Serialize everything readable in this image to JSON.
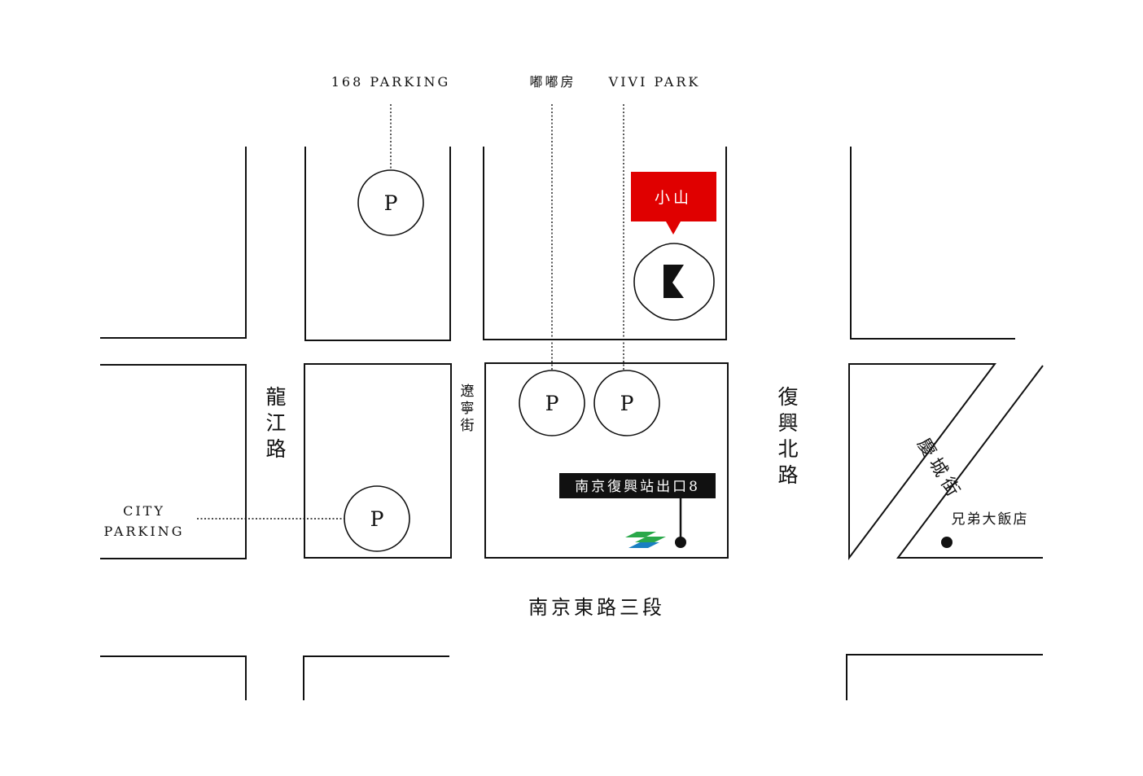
{
  "parking": {
    "p168": "168 PARKING",
    "dudufang": "嘟嘟房",
    "vivi": "VIVI PARK",
    "city_line1": "CITY",
    "city_line2": "PARKING",
    "symbol": "P"
  },
  "shop": {
    "label": "小山"
  },
  "streets": {
    "longjiang": [
      "龍",
      "江",
      "路"
    ],
    "liaoning": [
      "遼",
      "寧",
      "街"
    ],
    "fuxing": [
      "復",
      "興",
      "北",
      "路"
    ],
    "qingcheng": "慶城街",
    "nanjing": "南京東路三段"
  },
  "landmarks": {
    "mrt_exit": "南京復興站出口8",
    "hotel": "兄弟大飯店"
  },
  "colors": {
    "accent": "#e00000",
    "line": "#111111",
    "mrt_green": "#2aa84a",
    "mrt_blue": "#1a7fc1",
    "background": "#ffffff"
  }
}
